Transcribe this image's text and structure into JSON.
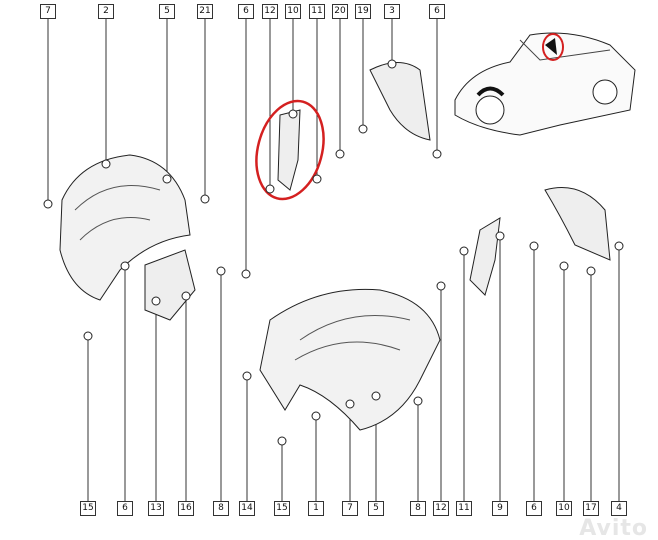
{
  "top_callouts": [
    "7",
    "2",
    "5",
    "21",
    "6",
    "12",
    "10",
    "11",
    "20",
    "19",
    "3",
    "6"
  ],
  "bottom_callouts": [
    "15",
    "6",
    "13",
    "16",
    "8",
    "14",
    "15",
    "1",
    "7",
    "5",
    "8",
    "12",
    "11",
    "9",
    "6",
    "10",
    "17",
    "4"
  ],
  "highlight_color": "#d42020",
  "watermark": "Avito"
}
